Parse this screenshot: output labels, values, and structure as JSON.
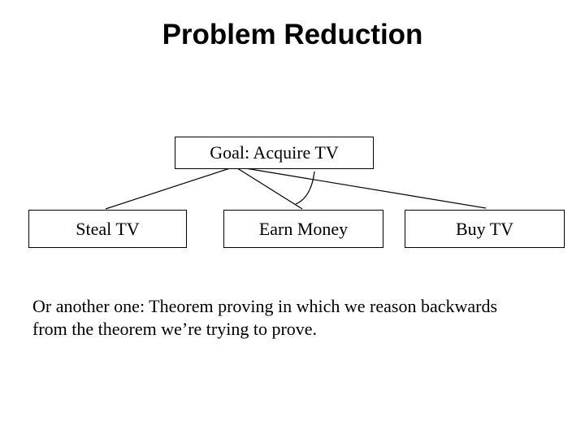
{
  "slide": {
    "title": "Problem Reduction",
    "diagram": {
      "root": {
        "label": "Goal: Acquire TV"
      },
      "children": [
        {
          "label": "Steal TV"
        },
        {
          "label": "Earn Money"
        },
        {
          "label": "Buy TV"
        }
      ]
    },
    "caption": {
      "line1": "Or another one: Theorem proving in which we reason backwards",
      "line2": "from the theorem we’re trying to prove."
    },
    "colors": {
      "background": "#ffffff",
      "text": "#000000",
      "line": "#000000"
    }
  }
}
